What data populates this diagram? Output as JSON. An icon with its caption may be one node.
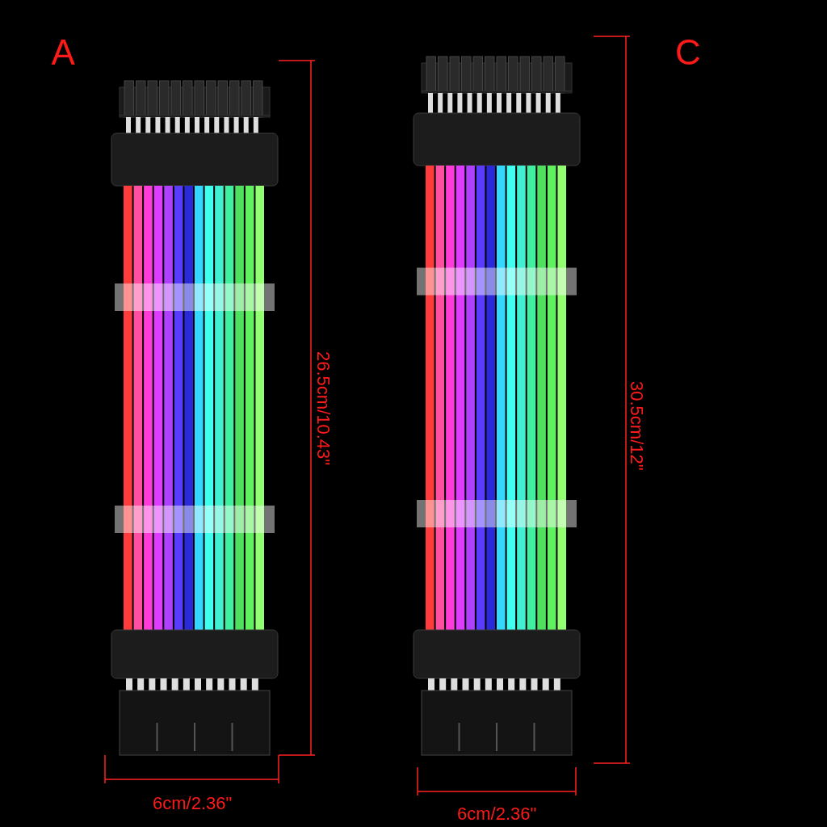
{
  "diagram": {
    "labels": [
      "A",
      "C",
      "26.5cm/10.43\"",
      "30.5cm/12\"",
      "6cm/2.36\"",
      "6cm/2.36\""
    ]
  }
}
